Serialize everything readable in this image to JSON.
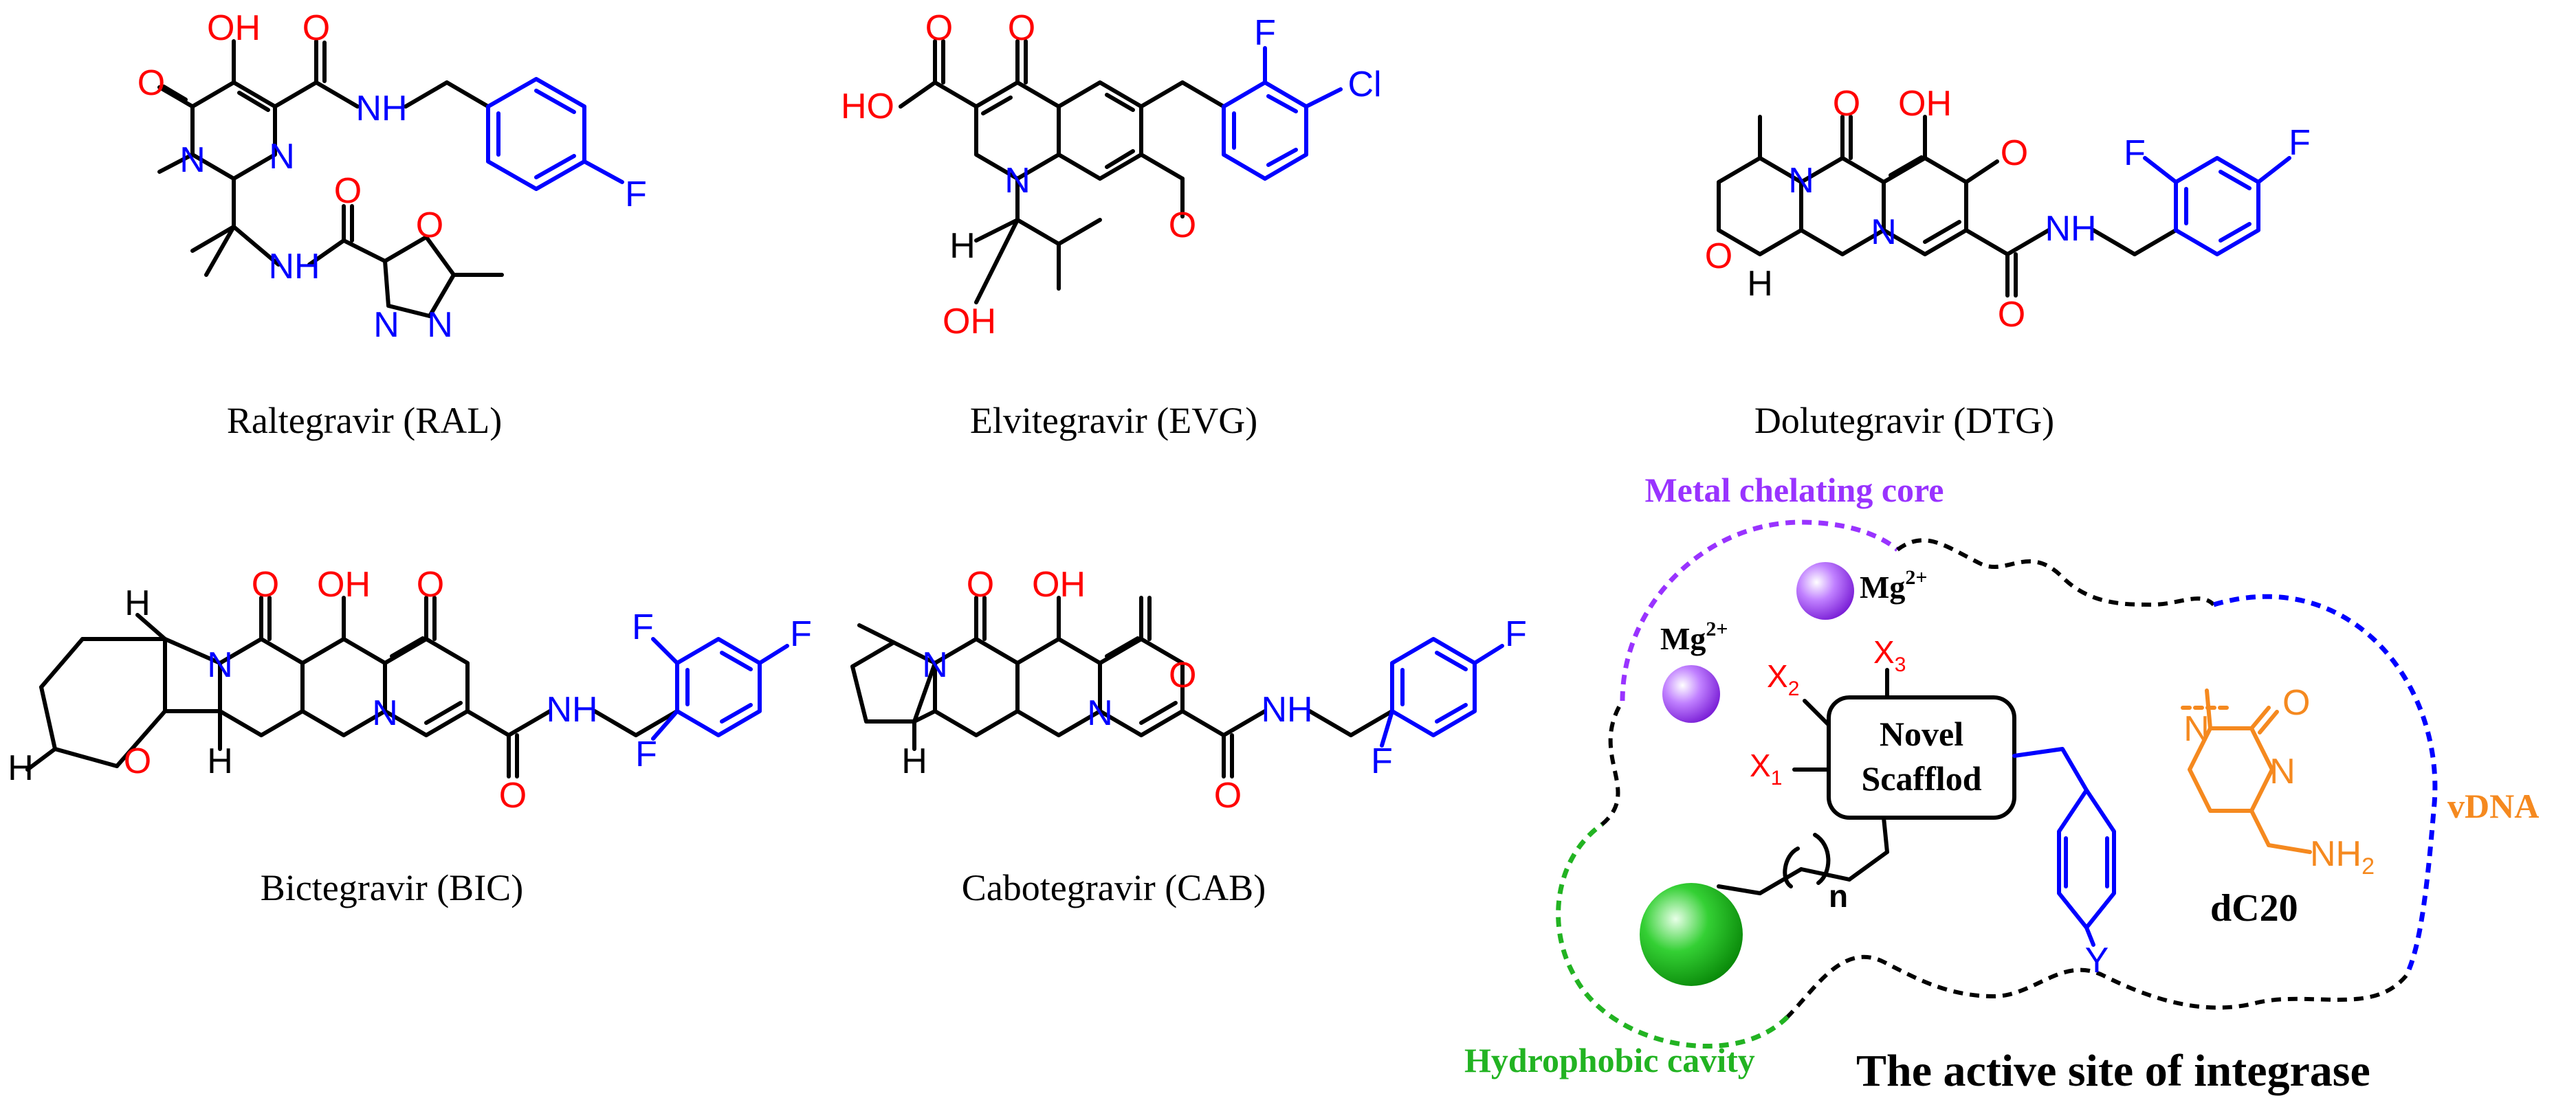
{
  "colors": {
    "bond": "#000000",
    "heteroatom_red": "#ff0000",
    "fluoroaryl_blue": "#0000ff",
    "metal_purple": "#9933ff",
    "hydrophobic_green": "#22b322",
    "vdna_orange": "#f5891f"
  },
  "molecules": [
    {
      "name": "Raltegravir (RAL)"
    },
    {
      "name": "Elvitegravir (EVG)"
    },
    {
      "name": "Dolutegravir (DTG)"
    },
    {
      "name": "Bictegravir (BIC)"
    },
    {
      "name": "Cabotegravir (CAB)"
    }
  ],
  "atoms": {
    "O": "O",
    "OH": "OH",
    "HO": "HO",
    "N": "N",
    "H": "H",
    "F": "F",
    "Cl": "Cl",
    "Y": "Y",
    "NH": "NH",
    "NH2_main": "NH",
    "NH2_sub": "2",
    "n": "n"
  },
  "site": {
    "title": "The active site of integrase",
    "metal_label": "Metal chelating core",
    "hydrophobic_label": "Hydrophobic cavity",
    "vdna_label": "vDNA",
    "mg_main": "Mg",
    "mg_sup": "2+",
    "scaffold_line1": "Novel",
    "scaffold_line2": "Scafflod",
    "x1": "X",
    "x1_sub": "1",
    "x2": "X",
    "x2_sub": "2",
    "x3": "X",
    "x3_sub": "3",
    "dc20": "dC20"
  }
}
